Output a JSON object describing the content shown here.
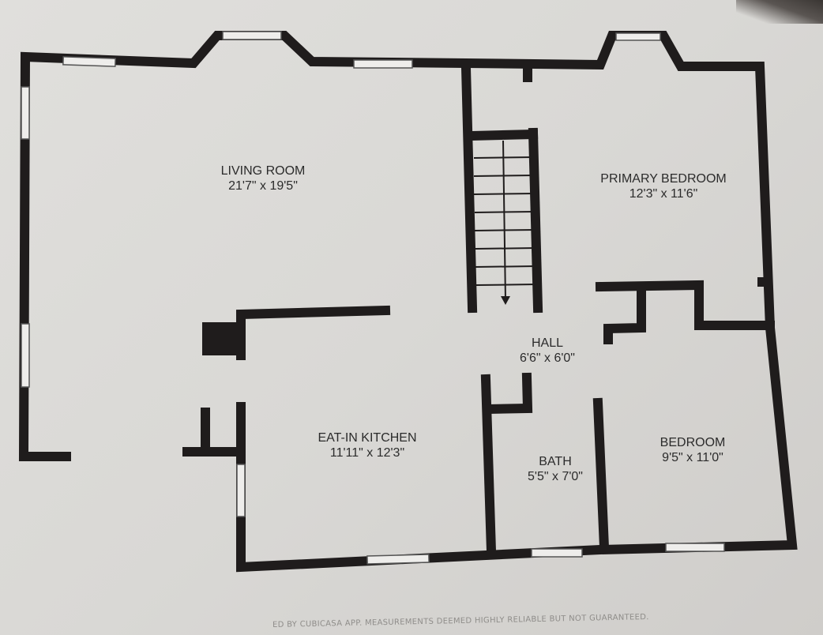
{
  "rooms": [
    {
      "name": "LIVING ROOM",
      "dims": "21'7\" x 19'5\""
    },
    {
      "name": "PRIMARY BEDROOM",
      "dims": "12'3\" x 11'6\""
    },
    {
      "name": "HALL",
      "dims": "6'6\" x 6'0\""
    },
    {
      "name": "EAT-IN KITCHEN",
      "dims": "11'11\" x 12'3\""
    },
    {
      "name": "BATH",
      "dims": "5'5\" x 7'0\""
    },
    {
      "name": "BEDROOM",
      "dims": "9'5\" x 11'0\""
    }
  ],
  "disclaimer": "ED BY CUBICASA APP. MEASUREMENTS DEEMED HIGHLY RELIABLE BUT NOT GUARANTEED.",
  "colors": {
    "wall": "#1f1c1c",
    "paper": "#d9d8d5"
  }
}
